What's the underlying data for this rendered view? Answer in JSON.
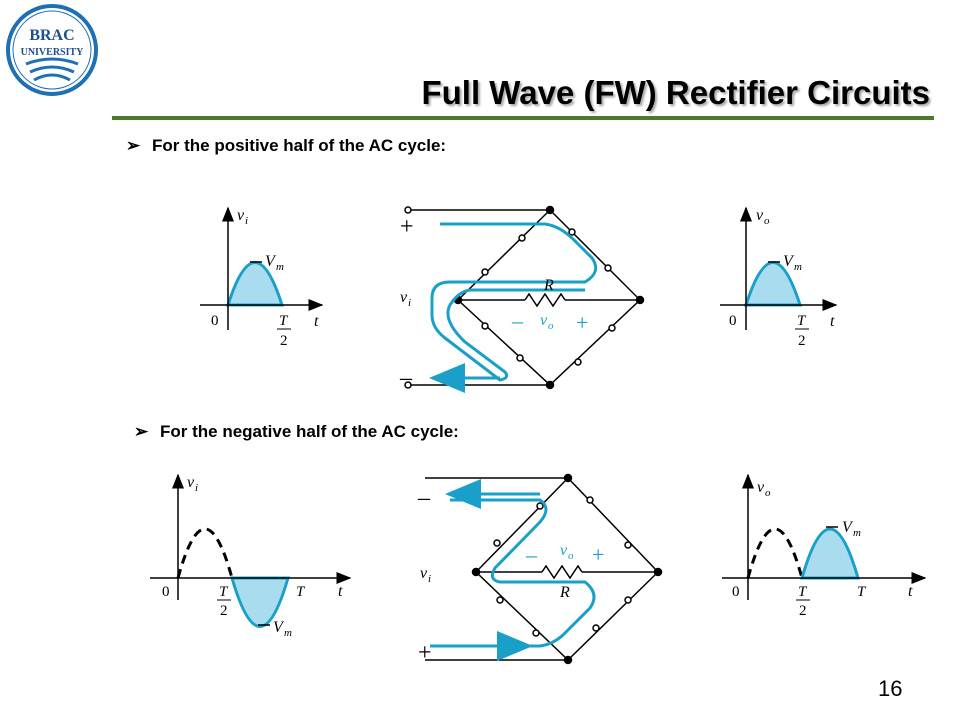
{
  "logo": {
    "line1": "BRAC",
    "line2": "UNIVERSITY"
  },
  "title": "Full Wave (FW) Rectifier Circuits",
  "bullets": {
    "positive": "For the positive half of the AC cycle:",
    "negative": "For the negative half of the AC cycle:"
  },
  "labels": {
    "vi": "v",
    "vi_sub": "i",
    "vo": "v",
    "vo_sub": "o",
    "vm": "V",
    "vm_sub": "m",
    "t": "t",
    "zero": "0",
    "T": "T",
    "two": "2",
    "R": "R",
    "plus": "+",
    "minus": "–"
  },
  "page_number": "16",
  "colors": {
    "accent_green": "#4a7a2a",
    "wave_fill": "#a9dcef",
    "current_path": "#1aa0c8",
    "logo_blue": "#1f6fb5"
  }
}
